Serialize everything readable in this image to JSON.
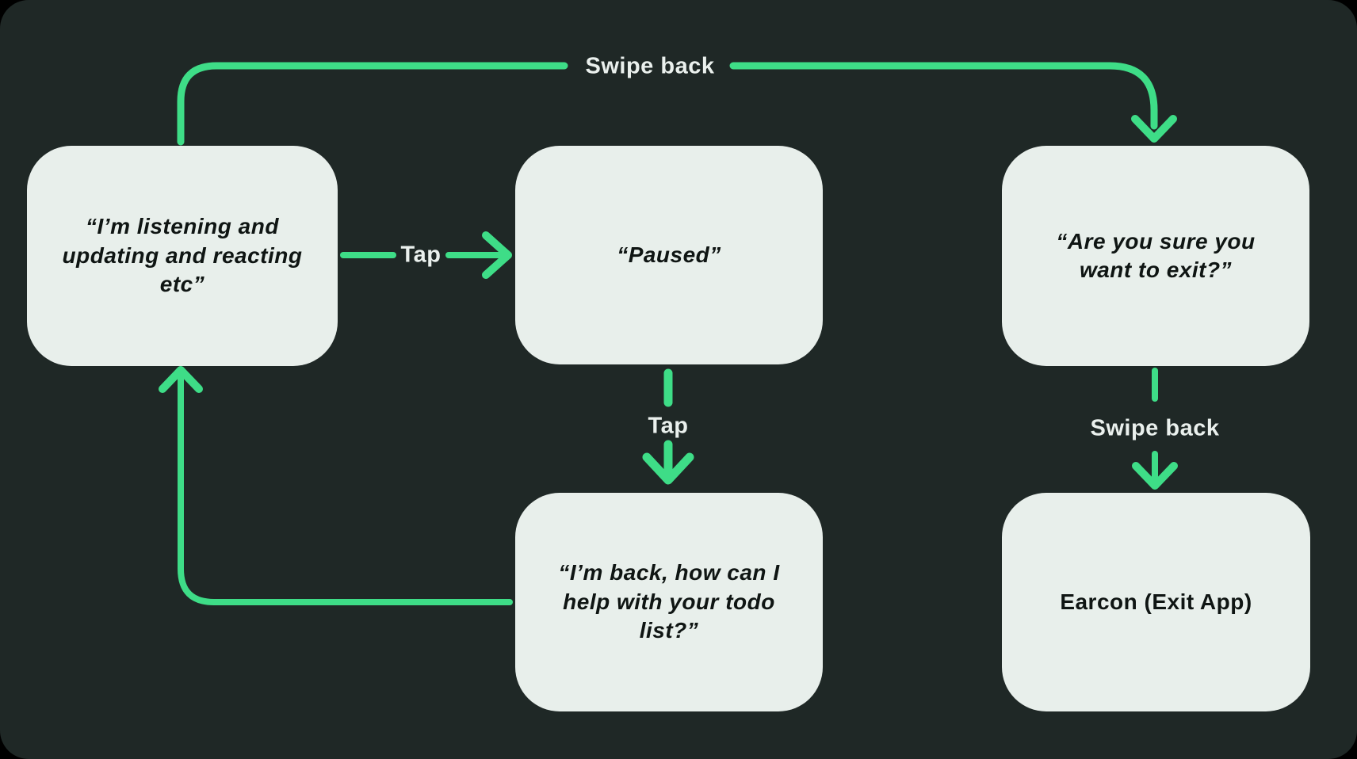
{
  "diagram": {
    "title": "voice-assistant-state-flow",
    "colors": {
      "outer_background": "#000000",
      "panel_background": "#1f2826",
      "node_fill": "#e8efeb",
      "node_text": "#0f1513",
      "arrow_green": "#3edd87",
      "label_text": "#eaf0ed"
    },
    "nodes": [
      {
        "id": "listening",
        "text": "“I’m listening and updating and reacting etc”",
        "style": "italic"
      },
      {
        "id": "paused",
        "text": "“Paused”",
        "style": "italic"
      },
      {
        "id": "confirm-exit",
        "text": "“Are you sure you want to exit?”",
        "style": "italic"
      },
      {
        "id": "back-help",
        "text": "“I’m back, how can I help with your todo list?”",
        "style": "italic"
      },
      {
        "id": "earcon-exit",
        "text": "Earcon (Exit App)",
        "style": "normal"
      }
    ],
    "edges": [
      {
        "from": "listening",
        "to": "confirm-exit",
        "label": "Swipe back",
        "direction": "up-right-down"
      },
      {
        "from": "listening",
        "to": "paused",
        "label": "Tap",
        "direction": "right"
      },
      {
        "from": "paused",
        "to": "back-help",
        "label": "Tap",
        "direction": "down"
      },
      {
        "from": "back-help",
        "to": "listening",
        "label": "",
        "direction": "left-up"
      },
      {
        "from": "confirm-exit",
        "to": "earcon-exit",
        "label": "Swipe back",
        "direction": "down"
      }
    ]
  }
}
